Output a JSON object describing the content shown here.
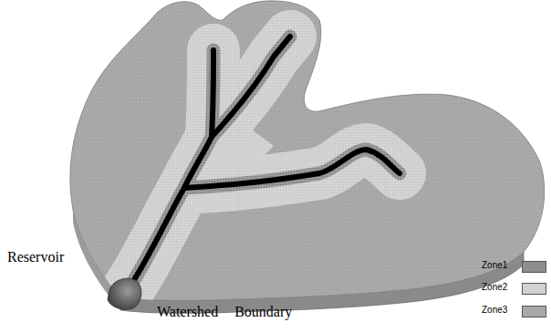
{
  "diagram": {
    "labels": [
      "Reservoir",
      "Watershed Boundary"
    ],
    "legend": [
      {
        "text": "Zone1",
        "color": "#8e8e8e"
      },
      {
        "text": "Zone2",
        "color": "#d2d2d2"
      },
      {
        "text": "Zone3",
        "color": "#a9a9a9"
      }
    ]
  }
}
